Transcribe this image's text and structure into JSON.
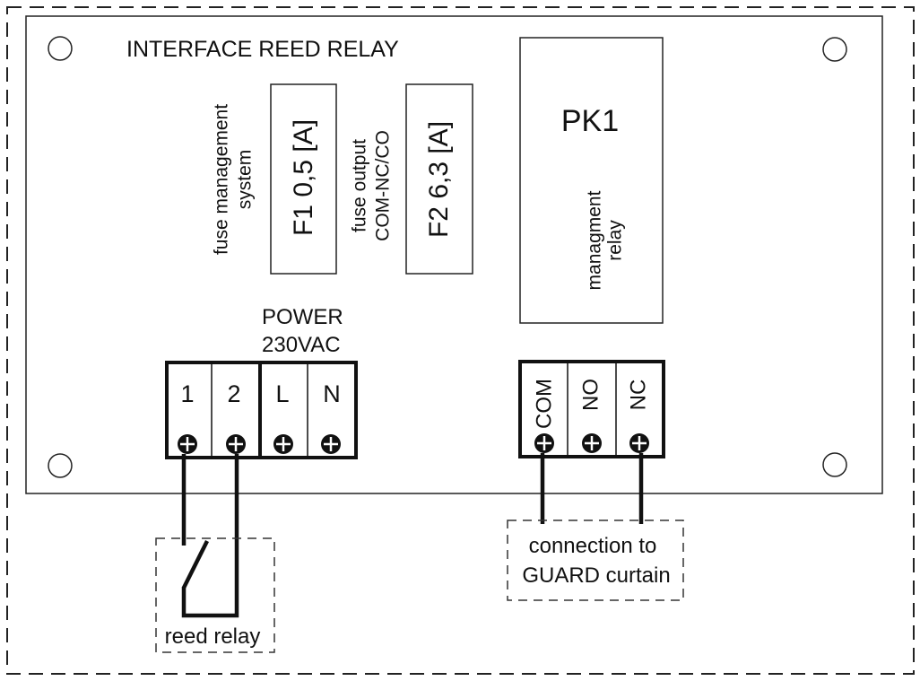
{
  "board_title": "INTERFACE REED RELAY",
  "fuse1": {
    "caption_line1": "fuse management",
    "caption_line2": "system",
    "label": "F1 0,5 [A]"
  },
  "fuse2": {
    "caption_line1": "fuse output",
    "caption_line2": "COM-NC/CO",
    "label": "F2 6,3 [A]"
  },
  "relay": {
    "title": "PK1",
    "caption_line1": "managment",
    "caption_line2": "relay"
  },
  "power": {
    "line1": "POWER",
    "line2": "230VAC"
  },
  "left_terminals": [
    "1",
    "2",
    "L",
    "N"
  ],
  "right_terminals": [
    "COM",
    "NO",
    "NC"
  ],
  "reed_relay_label": "reed relay",
  "guard": {
    "line1": "connection to",
    "line2": "GUARD curtain"
  }
}
